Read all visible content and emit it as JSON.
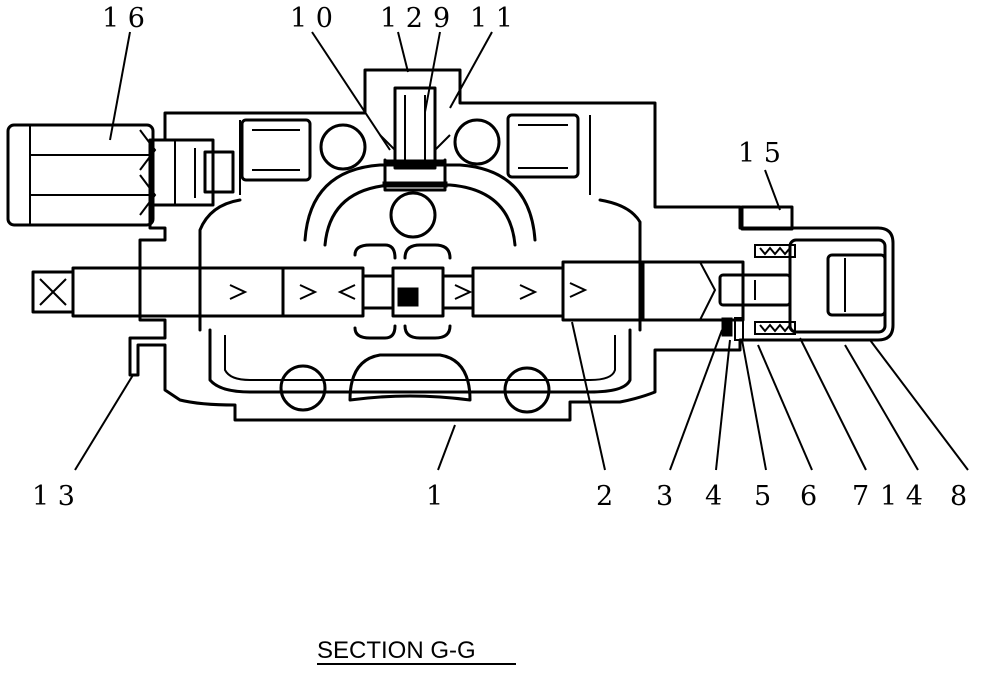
{
  "callouts": {
    "c16": "1 6",
    "c10": "1 0",
    "c12": "1 2",
    "c9": "9",
    "c11": "1 1",
    "c15": "1 5",
    "c13": "1 3",
    "c1": "1",
    "c2": "2",
    "c3": "3",
    "c4": "4",
    "c5": "5",
    "c6": "6",
    "c7": "7",
    "c14": "1 4",
    "c8": "8"
  },
  "caption": "SECTION G-G"
}
